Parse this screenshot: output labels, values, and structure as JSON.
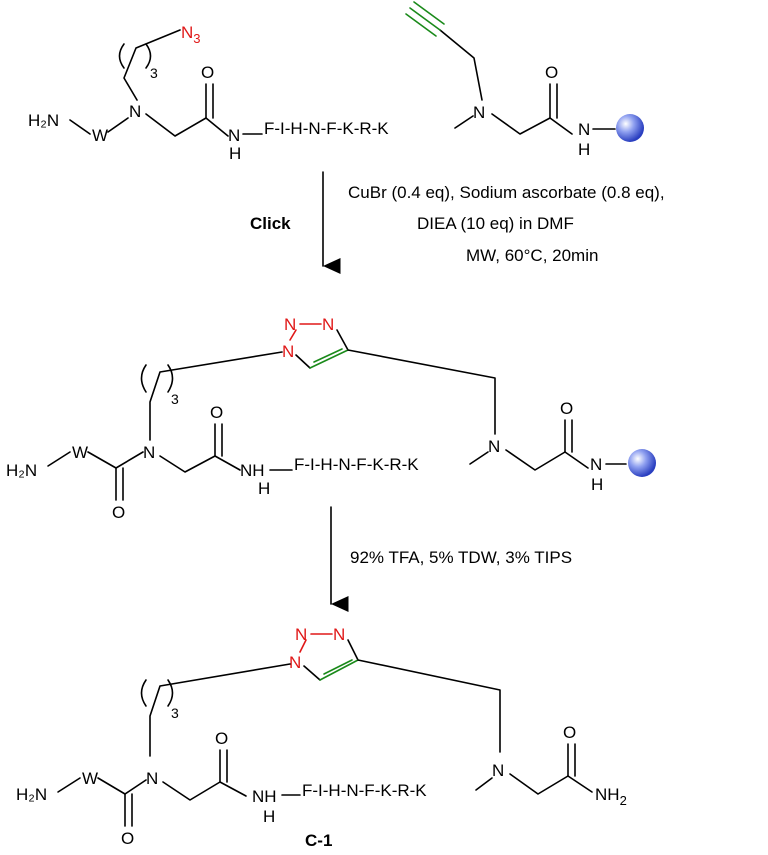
{
  "atoms": {
    "N": "N",
    "H": "H",
    "O": "O",
    "W": "W",
    "H2N": "H₂N",
    "NH2": "NH₂",
    "N3": "N₃",
    "NH": "NH",
    "sub3": "3",
    "peptide": "F-I-H-N-F-K-R-K"
  },
  "step1": {
    "label": "Click",
    "conditions_line1": "CuBr (0.4 eq), Sodium ascorbate (0.8 eq),",
    "conditions_line2": "DIEA (10 eq) in DMF",
    "conditions_line3": "MW, 60°C, 20min"
  },
  "step2": {
    "conditions": "92% TFA, 5% TDW, 3% TIPS"
  },
  "product": {
    "label": "C-1"
  },
  "colors": {
    "azide": "#e01818",
    "alkyne": "#1a8a1a",
    "resin_bead": "#3a55d8"
  },
  "icons": [
    "resin-bead-icon",
    "reaction-arrow-icon"
  ]
}
